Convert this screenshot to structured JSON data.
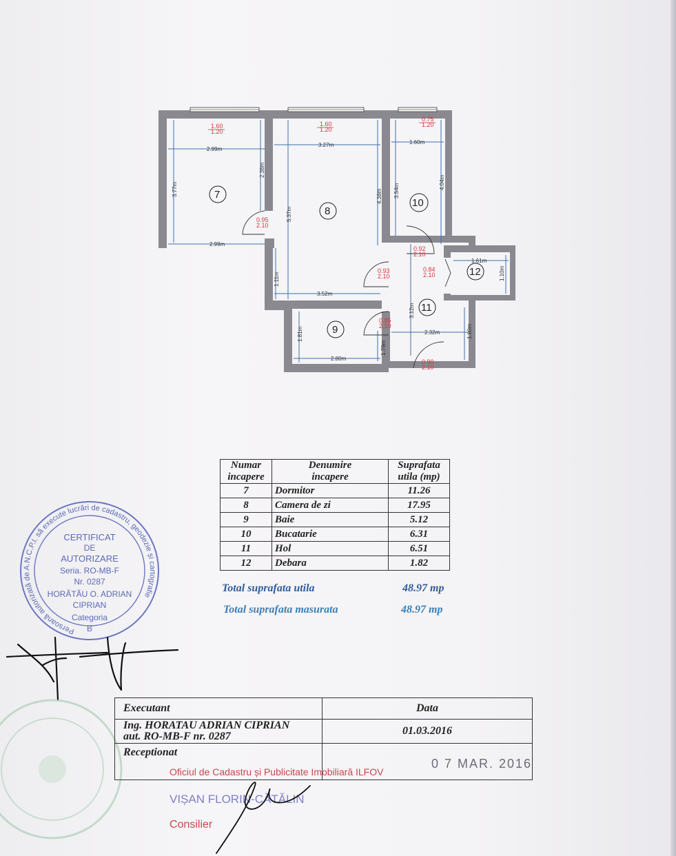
{
  "plan": {
    "rooms": [
      {
        "num": "7",
        "window": "1.60",
        "window_h": "1.20",
        "width_top": "2.99m",
        "width_bottom": "2.99m",
        "height": "3.77m",
        "height2": "2.38m"
      },
      {
        "num": "8",
        "window": "1.60",
        "window_h": "1.20",
        "width_top": "3.27m",
        "width_bottom": "3.52m",
        "height": "5.37m",
        "height2": "4.38m",
        "height3": "1.11m"
      },
      {
        "num": "9",
        "width_bottom": "2.80m",
        "height": "1.81m",
        "height2": "1.79m"
      },
      {
        "num": "10",
        "window": "0.75",
        "window_h": "1.20",
        "width_top": "1.60m",
        "height": "3.54m",
        "height2": "4.04m"
      },
      {
        "num": "11",
        "width": "2.32m",
        "height": "3.12m",
        "height2": "1.80m"
      },
      {
        "num": "12",
        "width_top": "1.61m",
        "height": "1.10m"
      }
    ],
    "doors": [
      {
        "w": "0.95",
        "h": "2.10"
      },
      {
        "w": "0.92",
        "h": "2.10"
      },
      {
        "w": "0.93",
        "h": "2.10"
      },
      {
        "w": "0.84",
        "h": "2.10"
      },
      {
        "w": "0.85",
        "h": "2.10"
      },
      {
        "w": "0.90",
        "h": "2.10"
      }
    ]
  },
  "table": {
    "headers": [
      [
        "Numar",
        "incapere"
      ],
      [
        "Denumire",
        "incapere"
      ],
      [
        "Suprafata",
        "utila (mp)"
      ]
    ],
    "rows": [
      {
        "num": "7",
        "name": "Dormitor",
        "area": "11.26"
      },
      {
        "num": "8",
        "name": "Camera de zi",
        "area": "17.95"
      },
      {
        "num": "9",
        "name": "Baie",
        "area": "5.12"
      },
      {
        "num": "10",
        "name": "Bucatarie",
        "area": "6.31"
      },
      {
        "num": "11",
        "name": "Hol",
        "area": "6.51"
      },
      {
        "num": "12",
        "name": "Debara",
        "area": "1.82"
      }
    ]
  },
  "totals": {
    "useful_label": "Total suprafata utila",
    "useful_value": "48.97 mp",
    "measured_label": "Total suprafata masurata",
    "measured_value": "48.97 mp"
  },
  "stamp": {
    "ring": "Persoană autorizată de A.N.C.P.I. să execute lucrări de cadastru, geodezie și cartografie",
    "lines": [
      "CERTIFICAT",
      "DE",
      "AUTORIZARE",
      "Seria. RO-MB-F",
      "Nr. 0287",
      "HORĂTĂU O. ADRIAN",
      "CIPRIAN",
      "Categoria",
      "B"
    ]
  },
  "executant": {
    "label": "Executant",
    "date_label": "Data",
    "name": "Ing. HORATAU ADRIAN CIPRIAN",
    "auth": "aut. RO-MB-F nr. 0287",
    "date": "01.03.2016",
    "received_label": "Receptionat",
    "office": "Oficiul de Cadastru și Publicitate Imobiliară ILFOV",
    "received_date": "0 7 MAR. 2016",
    "signer": "VIȘAN FLORIN-CĂTĂLIN",
    "signer_role": "Consilier"
  }
}
